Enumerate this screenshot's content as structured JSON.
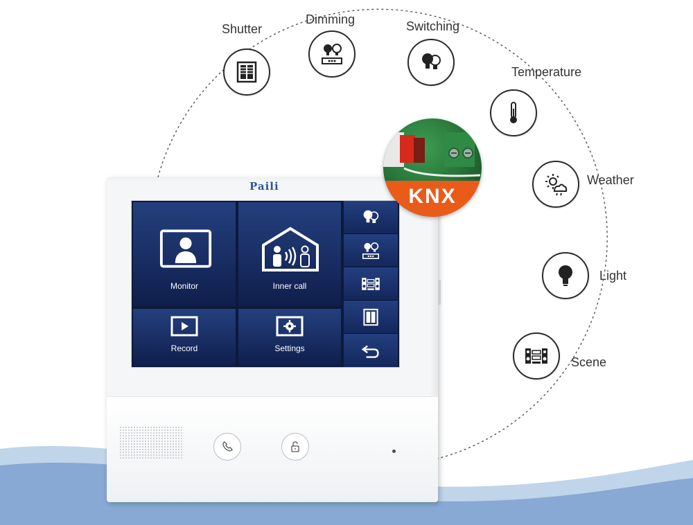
{
  "brand": "Paili",
  "badge": {
    "text": "KNX",
    "color": "#ea5b1a"
  },
  "features": [
    {
      "label": "Shutter",
      "icon": "shutter-icon"
    },
    {
      "label": "Dimming",
      "icon": "dimming-icon"
    },
    {
      "label": "Switching",
      "icon": "switching-icon"
    },
    {
      "label": "Temperature",
      "icon": "thermometer-icon"
    },
    {
      "label": "Weather",
      "icon": "weather-icon"
    },
    {
      "label": "Light",
      "icon": "light-bulb-icon"
    },
    {
      "label": "Scene",
      "icon": "scene-icon"
    }
  ],
  "screen": {
    "tiles": [
      {
        "label": "Monitor",
        "icon": "monitor-icon"
      },
      {
        "label": "Inner call",
        "icon": "inner-call-icon"
      },
      {
        "label": "Record",
        "icon": "record-play-icon"
      },
      {
        "label": "Settings",
        "icon": "settings-gear-icon"
      }
    ],
    "side_buttons": [
      {
        "icon": "switching-icon"
      },
      {
        "icon": "dimming-icon"
      },
      {
        "icon": "scene-icon"
      },
      {
        "icon": "shutter-icon"
      },
      {
        "icon": "back-arrow-icon"
      }
    ]
  },
  "hardware_buttons": [
    {
      "icon": "phone-handset-icon"
    },
    {
      "icon": "unlock-icon"
    }
  ],
  "colors": {
    "screen_tile": "#1b3168",
    "brand_text": "#2a55a0",
    "wave": "#7ea3d0",
    "icon_stroke": "#2b2b2b"
  }
}
